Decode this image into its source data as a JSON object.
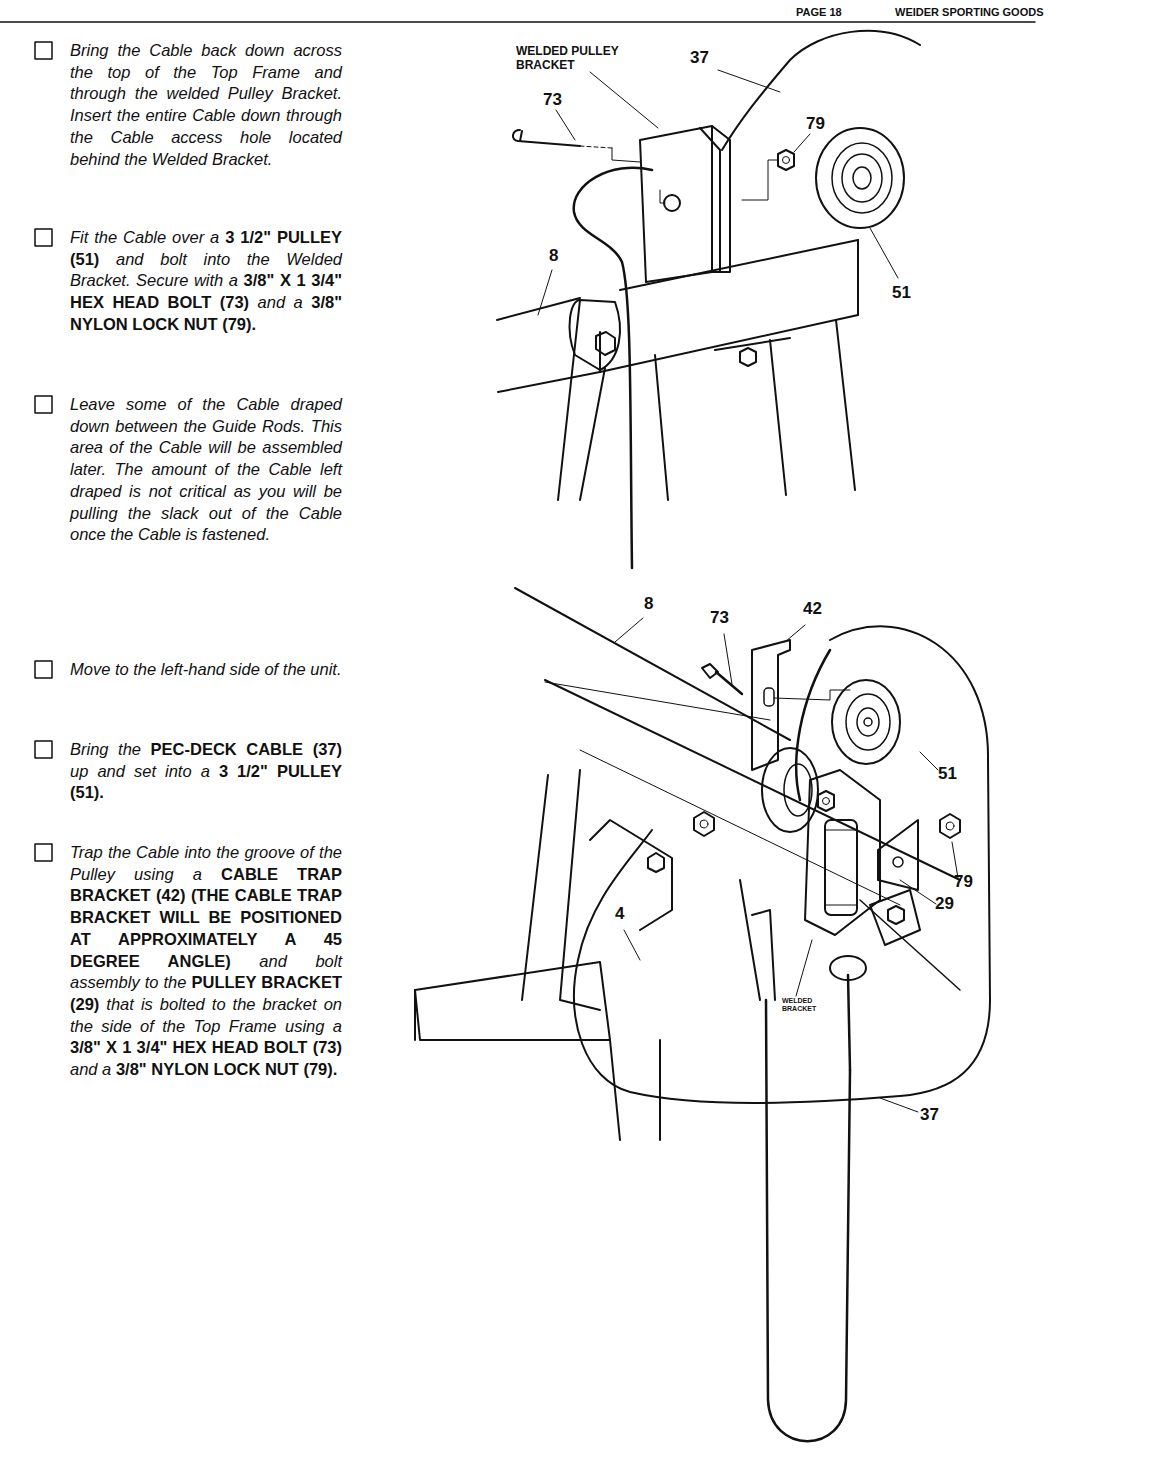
{
  "diagram": {
    "labels": [
      "PAGE 18",
      "WEIDER SPORTING GOODS",
      "Bring the Cable back down across the top of the Top Frame and through the welded Pulley Bracket. Insert the entire Cable down through the Cable access hole located behind the Welded Bracket.",
      "Fit the Cable over a",
      "3 1/2\" PULLEY (51)",
      "and bolt into the Welded Bracket. Secure with a",
      "3/8\" X 1 3/4\" HEX HEAD BOLT (73)",
      "and a",
      "3/8\" NYLON LOCK NUT (79).",
      "Leave some of the Cable draped down between the Guide Rods. This area of the Cable will be assembled later. The amount of the Cable left draped is not critical as you will be pulling the slack out of the Cable once the Cable is fastened.",
      "Move to the left-hand side of the unit.",
      "Bring the",
      "PEC-DECK CABLE (37)",
      "up and set into a",
      "3 1/2\" PULLEY (51).",
      "Trap the Cable into the groove of the Pulley using a",
      "CABLE TRAP BRACKET (42) (THE CABLE TRAP BRACKET WILL BE POSITIONED AT APPROXIMATELY A 45 DEGREE ANGLE)",
      "and bolt assembly to the",
      "PULLEY BRACKET (29)",
      "that is bolted to the bracket on the side of the Top Frame using a",
      "3/8\" X 1 3/4\" HEX HEAD BOLT (73)",
      "and a",
      "3/8\" NYLON LOCK NUT (79).",
      "WELDED PULLEY BRACKET",
      "37",
      "73",
      "79",
      "8",
      "51",
      "8",
      "73",
      "42",
      "51",
      "79",
      "29",
      "4",
      "WELDED BRACKET",
      "37"
    ]
  }
}
